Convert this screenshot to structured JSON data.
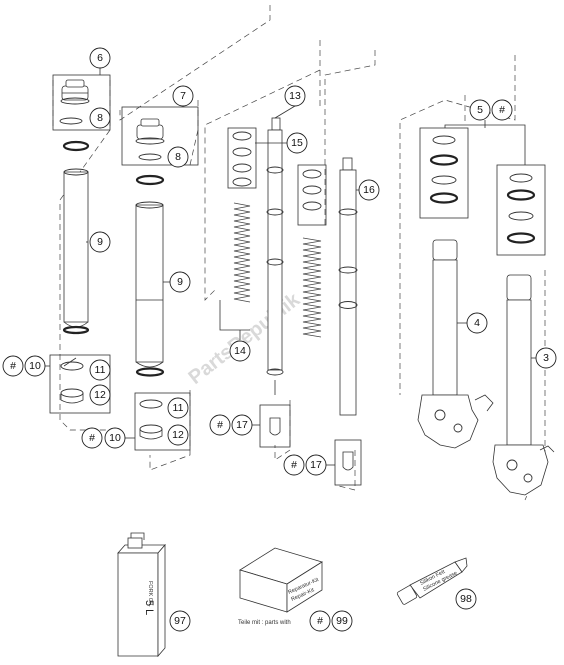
{
  "callouts": {
    "c6": "6",
    "c7": "7",
    "c8a": "8",
    "c8b": "8",
    "c9a": "9",
    "c9b": "9",
    "c13": "13",
    "c15": "15",
    "c16": "16",
    "c5": "5",
    "c5hash": "#",
    "c4": "4",
    "c3": "3",
    "c10a": "10",
    "c10a_hash": "#",
    "c11a": "11",
    "c12a": "12",
    "c10b": "10",
    "c10b_hash": "#",
    "c11b": "11",
    "c12b": "12",
    "c14": "14",
    "c17a": "17",
    "c17a_hash": "#",
    "c17b": "17",
    "c17b_hash": "#",
    "c97": "97",
    "c99": "99",
    "c99_hash": "#",
    "c98": "98"
  },
  "labels": {
    "oil_label": "FORK OIL",
    "oil_volume": "5 L",
    "kit_line1": "Reparatur-Kit",
    "kit_line2": "Repair-Kit",
    "kit_caption": "Teile mit : parts with",
    "tube_label": "Silikon Fett",
    "tube_label2": "Silicone grease",
    "watermark": "PartsRepublik"
  }
}
